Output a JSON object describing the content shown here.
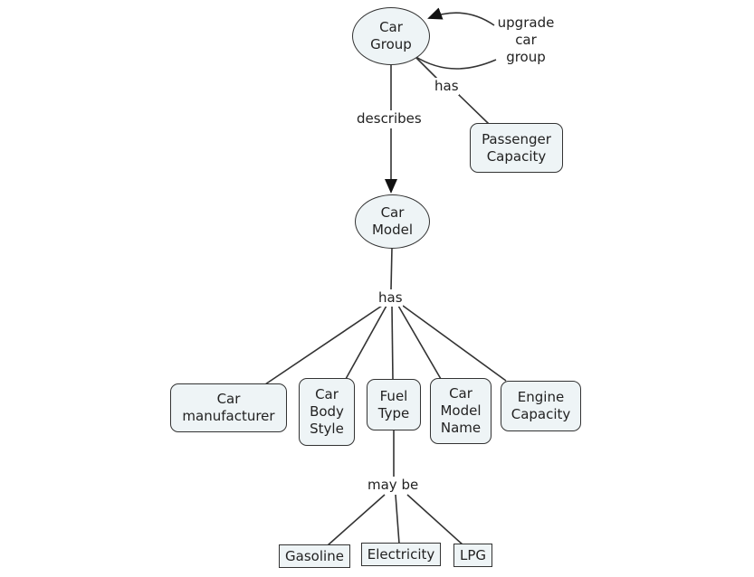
{
  "diagram": {
    "type": "concept-map",
    "colors": {
      "node_fill": "#eef4f6",
      "stroke": "#333333",
      "text": "#222222"
    },
    "nodes": {
      "car_group": "Car\nGroup",
      "passenger_capacity": "Passenger\nCapacity",
      "car_model": "Car\nModel",
      "car_manufacturer": "Car\nmanufacturer",
      "car_body_style": "Car\nBody\nStyle",
      "fuel_type": "Fuel\nType",
      "car_model_name": "Car\nModel\nName",
      "engine_capacity": "Engine\nCapacity",
      "gasoline": "Gasoline",
      "electricity": "Electricity",
      "lpg": "LPG"
    },
    "links": {
      "upgrade_car_group": "upgrade\ncar\ngroup",
      "has_top": "has",
      "describes": "describes",
      "has_middle": "has",
      "may_be": "may be"
    },
    "edges": [
      {
        "from": "car_group",
        "label": "upgrade car group",
        "to": "car_group",
        "arrow": true
      },
      {
        "from": "car_group",
        "label": "has",
        "to": "passenger_capacity",
        "arrow": false
      },
      {
        "from": "car_group",
        "label": "describes",
        "to": "car_model",
        "arrow": true
      },
      {
        "from": "car_model",
        "label": "has",
        "to": [
          "car_manufacturer",
          "car_body_style",
          "fuel_type",
          "car_model_name",
          "engine_capacity"
        ],
        "arrow": false
      },
      {
        "from": "fuel_type",
        "label": "may be",
        "to": [
          "gasoline",
          "electricity",
          "lpg"
        ],
        "arrow": false
      }
    ]
  }
}
